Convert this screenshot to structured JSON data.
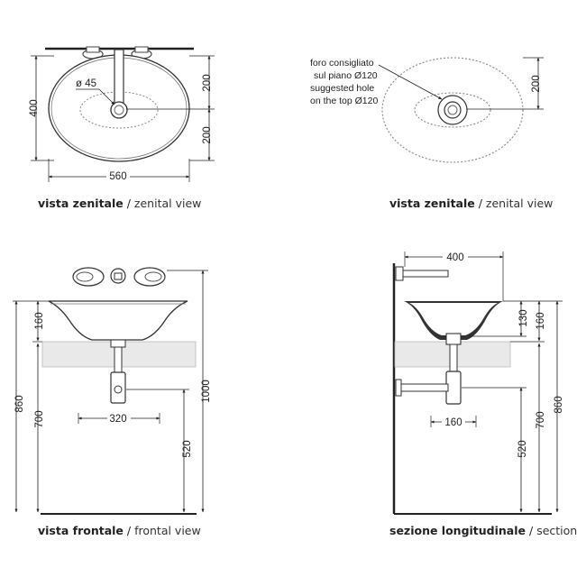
{
  "views": {
    "top_left": {
      "caption_bold": "vista zenitale",
      "caption_sep": " / ",
      "caption_en": "zenital view",
      "dims": {
        "diameter": "ø 45",
        "height": "400",
        "upper": "200",
        "lower": "200",
        "width": "560"
      }
    },
    "top_right": {
      "caption_bold": "vista zenitale",
      "caption_sep": " / ",
      "caption_en": "zenital view",
      "notes": [
        "foro consigliato",
        "sul piano Ø120",
        "suggested hole",
        "on the top Ø120"
      ],
      "dims": {
        "half": "200"
      }
    },
    "bottom_left": {
      "caption_bold": "vista frontale",
      "caption_sep": " / ",
      "caption_en": "frontal view",
      "dims": {
        "basin_h": "160",
        "total_h": "860",
        "floor_to_top": "700",
        "overall": "1000",
        "siphon": "520",
        "holes": "320"
      }
    },
    "bottom_right": {
      "caption_bold": "sezione longitudinale",
      "caption_sep": " / ",
      "caption_en": "section",
      "dims": {
        "spout": "400",
        "depth": "130",
        "basin_h": "160",
        "floor_to_top": "700",
        "total_h": "860",
        "siphon": "520",
        "trap": "160"
      }
    }
  }
}
